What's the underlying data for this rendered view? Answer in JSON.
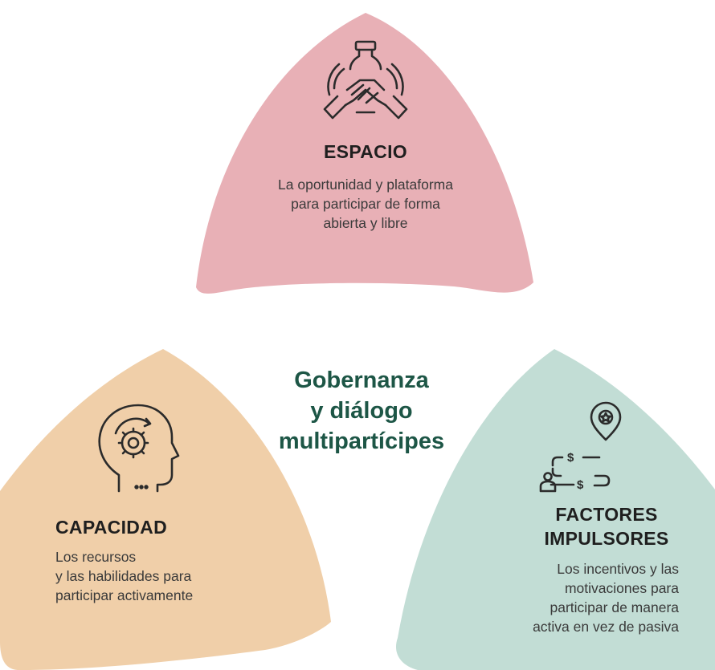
{
  "center": {
    "lines": [
      "Gobernanza",
      "y diálogo",
      "multipartícipes"
    ]
  },
  "espacio": {
    "title": "ESPACIO",
    "lines": [
      "La oportunidad y plataforma",
      "para participar de forma",
      "abierta y libre"
    ],
    "color": "#e8b0b6",
    "icon": "hands-together-icon"
  },
  "capacidad": {
    "title": "CAPACIDAD",
    "lines": [
      "Los recursos",
      "y las habilidades para",
      "participar activamente"
    ],
    "color": "#f0cfa9",
    "icon": "head-gear-icon"
  },
  "factores": {
    "title_lines": [
      "FACTORES",
      "IMPULSORES"
    ],
    "lines": [
      "Los incentivos y las",
      "motivaciones para",
      "participar de manera",
      "activa en vez de pasiva"
    ],
    "color": "#c2ddd5",
    "icon": "incentive-path-icon"
  },
  "colors": {
    "center_text": "#1d5646",
    "icon_stroke": "#2b2b2b"
  }
}
